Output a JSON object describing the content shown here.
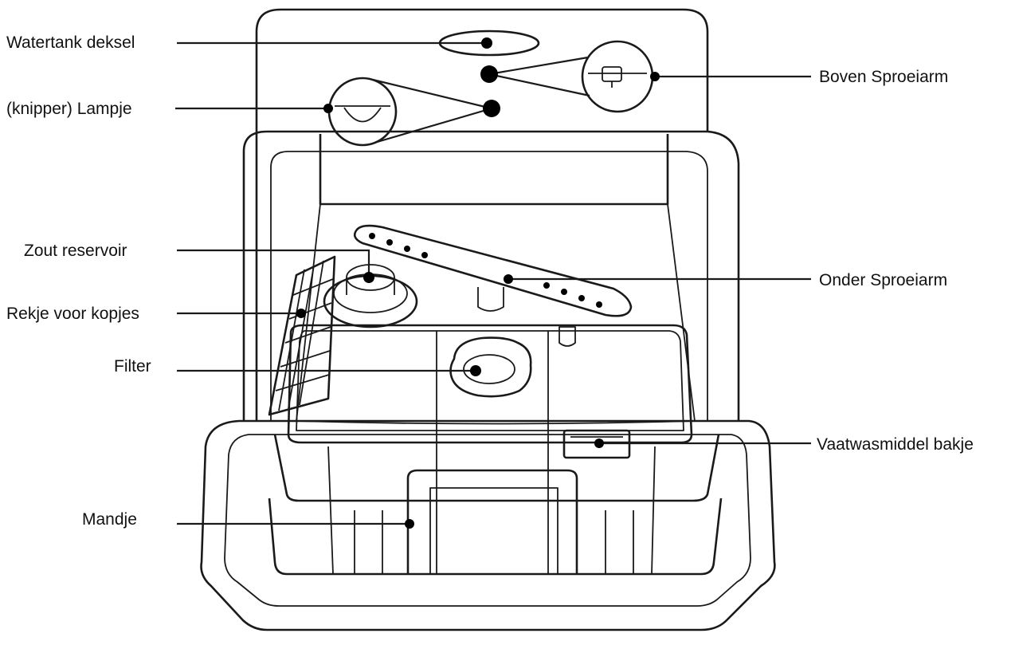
{
  "labels": {
    "watertank_deksel": "Watertank deksel",
    "knipper_lampje": "(knipper) Lampje",
    "zout_reservoir": "Zout reservoir",
    "rekje_voor_kopjes": "Rekje voor kopjes",
    "filter": "Filter",
    "mandje": "Mandje",
    "boven_sproeiarm": "Boven Sproeiarm",
    "onder_sproeiarm": "Onder Sproeiarm",
    "vaatwasmiddel_bakje": "Vaatwasmiddel bakje"
  },
  "colors": {
    "line": "#1a1a1a",
    "text": "#111111",
    "background": "#ffffff"
  }
}
